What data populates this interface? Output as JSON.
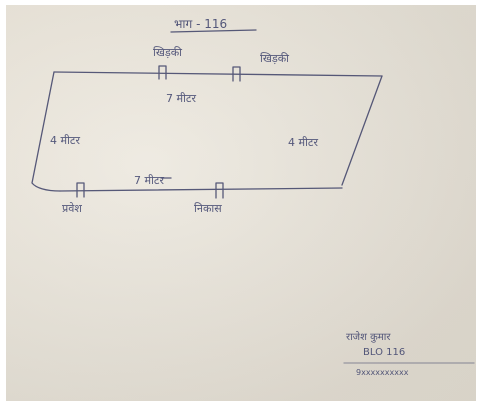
{
  "sketch": {
    "title": "भाग - 116",
    "labels": {
      "door_top_left": "खिड़की",
      "door_top_right": "खिड़की",
      "top_dimension": "7 मीटर",
      "left_dimension": "4 मीटर",
      "right_dimension": "4 मीटर",
      "bottom_dimension": "7 मीटर",
      "door_bottom_left": "प्रवेश",
      "door_bottom_mid": "निकास"
    },
    "signature": {
      "name": "राजेश कुमार",
      "designation": "BLO 116",
      "phone": "9xxxxxxxxxx"
    }
  }
}
